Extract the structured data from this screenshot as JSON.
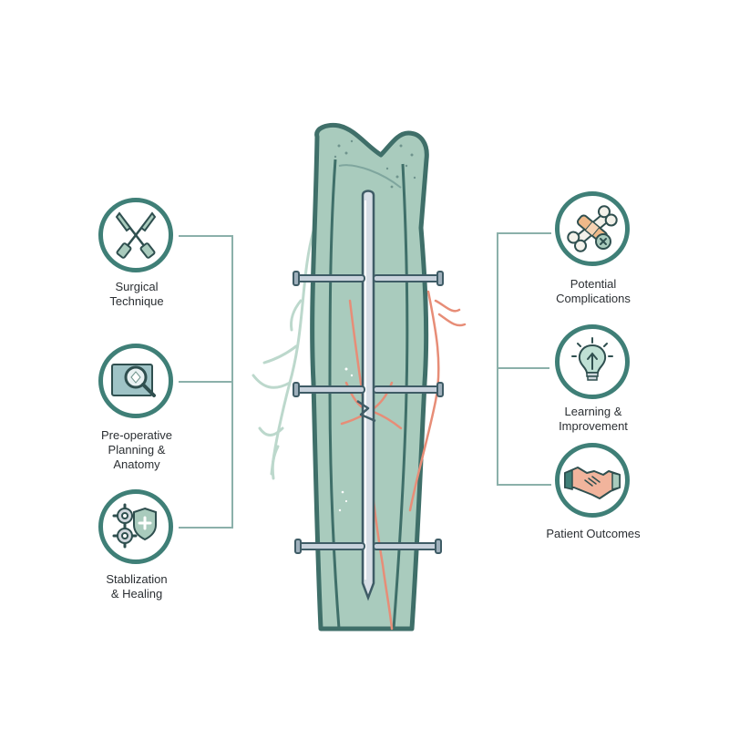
{
  "left_items": [
    {
      "label": "Surgical\nTechnique",
      "icon": "scissors-icon"
    },
    {
      "label": "Pre-operative\nPlanning &\nAnatomy",
      "icon": "magnifier-xray-icon"
    },
    {
      "label": "Stablization\n& Healing",
      "icon": "gears-shield-icon"
    }
  ],
  "right_items": [
    {
      "label": "Potential\nComplications",
      "icon": "bandaged-bone-icon"
    },
    {
      "label": "Learning &\nImprovement",
      "icon": "lightbulb-icon"
    },
    {
      "label": "Patient Outcomes",
      "icon": "handshake-icon"
    }
  ],
  "colors": {
    "bone_fill": "#a9cbbd",
    "bone_outline": "#3f6f69",
    "rod": "#c8d2dc",
    "vessel": "#e78d77",
    "nerve": "#bcd8cc",
    "circle_stroke": "#3f7f77"
  }
}
